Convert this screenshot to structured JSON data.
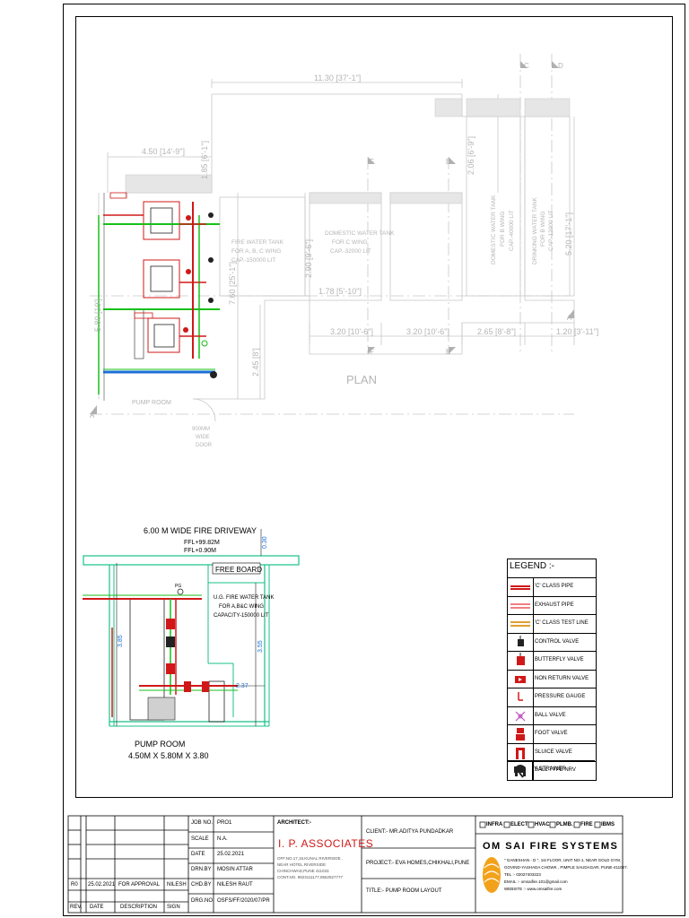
{
  "plan": {
    "dims": {
      "top": "11.30 [37'-1\"]",
      "left_w": "4.50 [14'-9\"]",
      "left_h": "1.85 [6'-1\"]",
      "vert_left": "5.80 [19']",
      "vert_mid": "7.60 [25'-1\"]",
      "vert_tank": "2.90 [9'-6\"]",
      "vert_right": "5.20 [17'-1\"]",
      "vert_small": "2.06 [6'-9\"]",
      "mid_h": "1.78 [5'-10\"]",
      "b1": "3.20 [10'-6\"]",
      "b2": "3.20 [10'-6\"]",
      "b3": "2.65 [8'-8\"]",
      "b4": "1.20 [3'-11\"]",
      "vert_bottom": "2.45 [8']"
    },
    "tank1": [
      "FIRE WATER TANK",
      "FOR A, B, C WING",
      "CAP.-150000 LIT"
    ],
    "tank2": [
      "DOMESTIC WATER TANK",
      "FOR C WING",
      "CAP.-32000 LIT"
    ],
    "tank3": [
      "DOMESTIC WATER TANK",
      "FOR B WING",
      "CAP.-40000 LIT"
    ],
    "tank4": [
      "DRINKING WATER TANK",
      "FOR B WING",
      "CAP.-12000 LIT"
    ],
    "markers": [
      "A",
      "A",
      "C",
      "D",
      "E",
      "F",
      "C",
      "D",
      "E",
      "F"
    ],
    "room_label": "PUMP ROOM",
    "door": [
      "900MM",
      "WIDE",
      "DOOR"
    ],
    "plan_label": "PLAN"
  },
  "section": {
    "driveway": "6.00 M WIDE FIRE DRIVEWAY",
    "ffl1": "FFL+99.82M",
    "ffl2": "FFL+0.90M",
    "dim_top": "0.30",
    "free_board": "FREE BOARD",
    "tank": [
      "U.G. FIRE WATER TANK",
      "FOR A,B&C WING",
      "CAPACITY-150000 LIT"
    ],
    "dim_left": "3.85",
    "dim_right": "3.55",
    "dim_h": "2.37",
    "pg": "PG",
    "room_title": "PUMP ROOM",
    "room_size": "4.50M X 5.80M X 3.80"
  },
  "legend": {
    "title": "LEGEND :-",
    "items": [
      {
        "label": "'C' CLASS PIPE",
        "icon": "c-class-pipe-icon"
      },
      {
        "label": "EXHAUST PIPE",
        "icon": "exhaust-pipe-icon"
      },
      {
        "label": "'C' CLASS TEST LINE",
        "icon": "test-line-icon"
      },
      {
        "label": "CONTROL VALVE",
        "icon": "control-valve-icon"
      },
      {
        "label": "BUTTERFLY VALVE",
        "icon": "butterfly-valve-icon"
      },
      {
        "label": "NON RETURN VALVE",
        "icon": "non-return-valve-icon"
      },
      {
        "label": "PRESSURE GAUGE",
        "icon": "pressure-gauge-icon"
      },
      {
        "label": "BALL VALVE",
        "icon": "ball-valve-icon"
      },
      {
        "label": "FOOT VALVE",
        "icon": "foot-valve-icon"
      },
      {
        "label": "SLUICE VALVE",
        "icon": "sluice-valve-icon"
      },
      {
        "label": "BALL TYPE NRV",
        "icon": "ball-type-nrv-icon"
      },
      {
        "label": "Y-STRAINER",
        "icon": "y-strainer-icon"
      }
    ]
  },
  "title_block": {
    "revision": {
      "rev": "R0",
      "date": "25.02.2021",
      "desc": "FOR APPROVAL",
      "sign": "NILESH"
    },
    "rev_head": {
      "rev": "REV.",
      "date": "DATE",
      "desc": "DESCRIPTION",
      "sign": "SIGN"
    },
    "job_no_k": "JOB NO.",
    "job_no_v": "PRO1",
    "scale_k": "SCALE",
    "scale_v": "N.A.",
    "date_k": "DATE",
    "date_v": "25.02.2021",
    "drn_k": "DRN.BY",
    "drn_v": "MOSIN ATTAR",
    "chd_k": "CHD.BY",
    "chd_v": "NILESH RAUT",
    "drg_k": "DRG.NO.",
    "drg_v": "OSFS/FF/2020/07/PR",
    "architect_k": "ARCHITECT:-",
    "architect_v": "I. P. ASSOCIATES",
    "arch_addr": [
      "OFF.NO.17,18,KUNAL RIVERSIDE ,",
      "NEAR HOTEL RIVERSIDE",
      "CHINCHWAD,PUNE 411033",
      "CONT.NO. 9823111177,9552927777"
    ],
    "client": "CLIENT:- MR.ADITYA PUNDADKAR",
    "project": "PROJECT:- EVA HOMES,CHIKHALI,PUNE",
    "title": "TITLE:- PUMP ROOM LAYOUT",
    "checks": [
      "INFRA",
      "ELECT",
      "HVAC",
      "PLMB.",
      "FIRE",
      "IBMS"
    ],
    "company": "OM SAI FIRE SYSTEMS",
    "company_addr": [
      "\" GANESHAN - D \", 1st FLOOR, UNIT NO-1, NEAR GOLD GYM,",
      "GOVIND-YASHADA CHOWK , PIMPLE SAUDAGAR, PUNE-411027.",
      "TEL :- 02027403223",
      "EMAIL :- omsaifire.101@gmail.com",
      "WEBSITE :- www.omsaifire.com"
    ]
  }
}
